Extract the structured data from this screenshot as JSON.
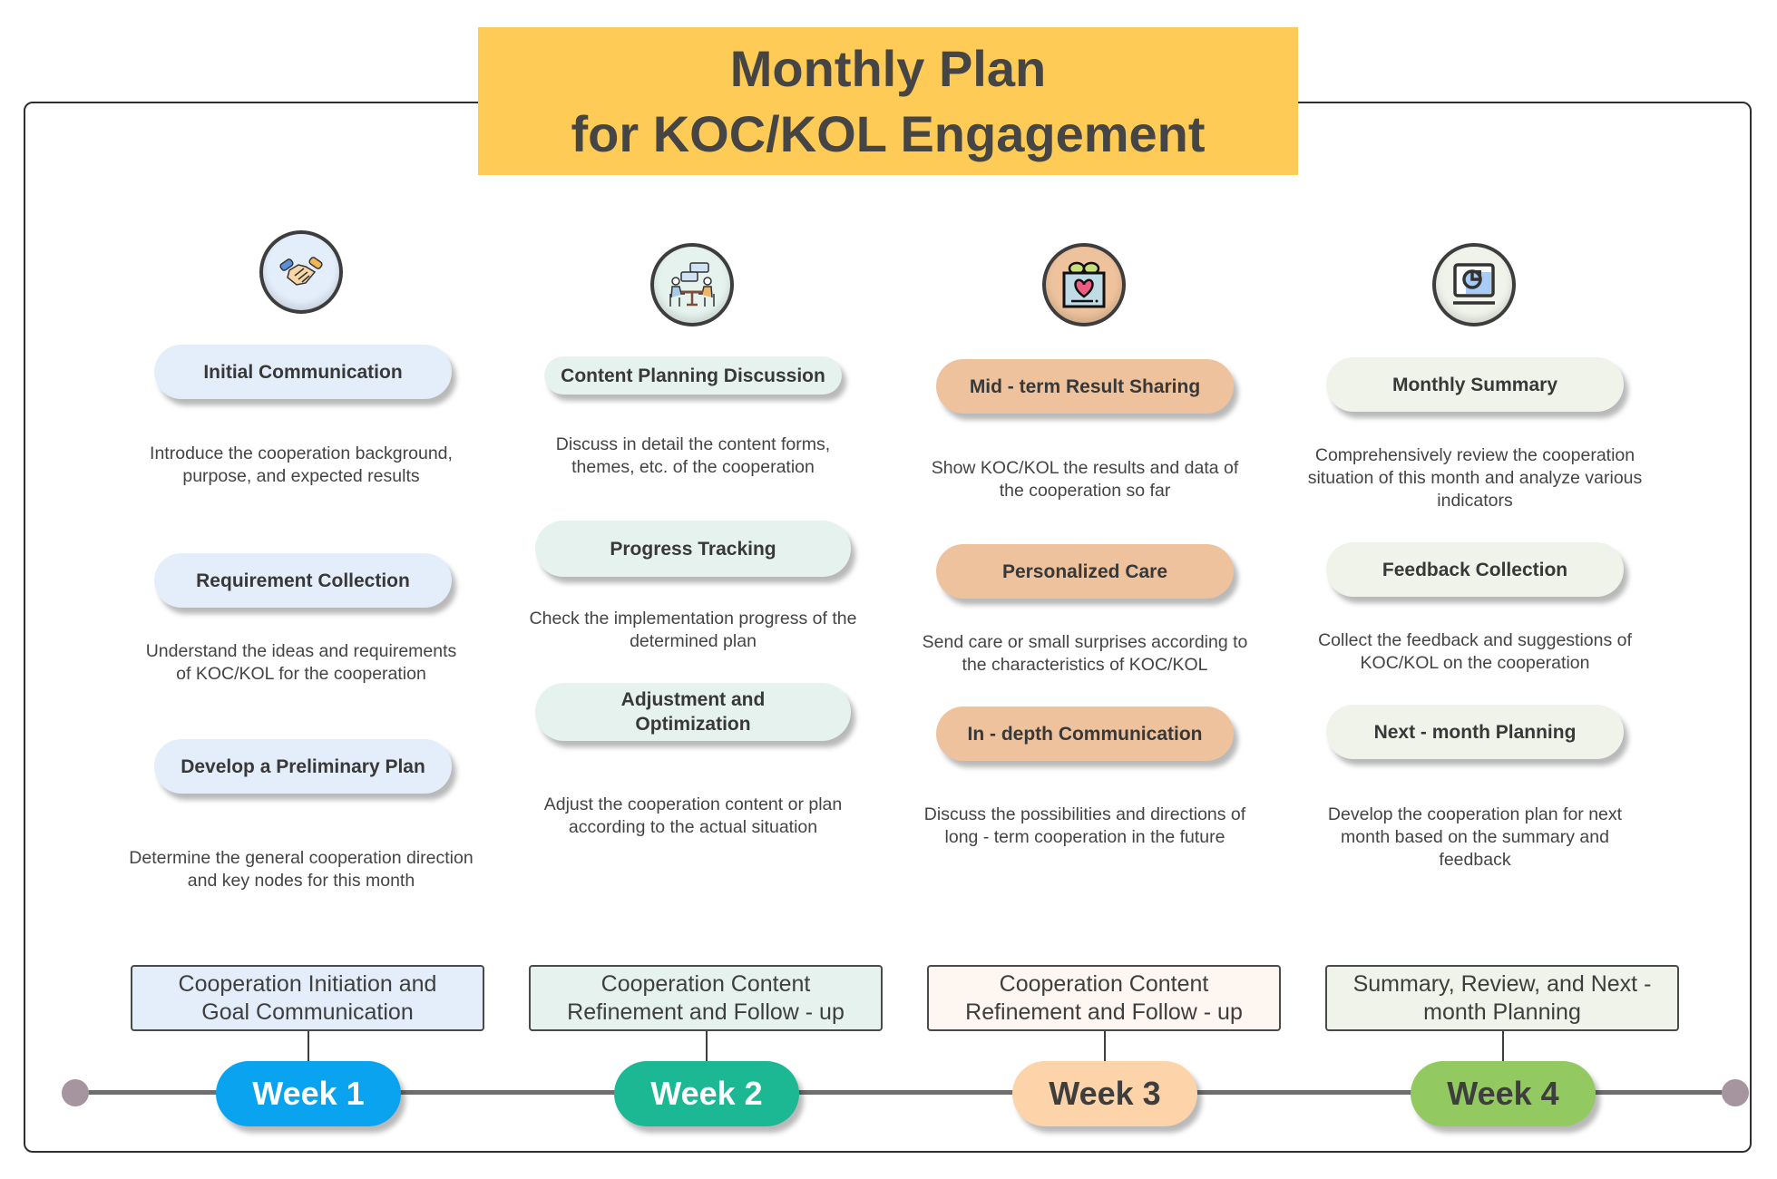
{
  "title": {
    "line1": "Monthly Plan",
    "line2": "for KOC/KOL Engagement",
    "background": "#FECB57"
  },
  "columns": [
    {
      "icon": "handshake-icon",
      "color": "#E4EEFB",
      "items": [
        {
          "label": "Initial Communication",
          "desc": "Introduce the cooperation background, purpose, and expected results"
        },
        {
          "label": "Requirement Collection",
          "desc": "Understand the ideas and requirements of KOC/KOL for the cooperation"
        },
        {
          "label": "Develop a Preliminary Plan",
          "desc": "Determine the general cooperation direction and key nodes for this month"
        }
      ]
    },
    {
      "icon": "meeting-discussion-icon",
      "color": "#E6F2EE",
      "items": [
        {
          "label": "Content Planning Discussion",
          "desc": "Discuss in detail the content forms, themes, etc. of the cooperation"
        },
        {
          "label": "Progress Tracking",
          "desc": "Check the implementation progress of the determined plan"
        },
        {
          "label": "Adjustment and Optimization",
          "desc": "Adjust the cooperation content or plan according to the actual situation"
        }
      ]
    },
    {
      "icon": "gift-heart-icon",
      "color": "#EDC29C",
      "items": [
        {
          "label": "Mid - term Result Sharing",
          "desc": "Show KOC/KOL the results and data of the cooperation so far"
        },
        {
          "label": "Personalized Care",
          "desc": "Send care or small surprises according to the characteristics of KOC/KOL"
        },
        {
          "label": "In - depth Communication",
          "desc": "Discuss the possibilities and directions of long - term cooperation in the future"
        }
      ]
    },
    {
      "icon": "monitor-chart-icon",
      "color": "#EFF3EA",
      "items": [
        {
          "label": "Monthly Summary",
          "desc": "Comprehensively review the cooperation situation of this month and analyze various indicators"
        },
        {
          "label": "Feedback Collection",
          "desc": "Collect the feedback and suggestions of KOC/KOL on the cooperation"
        },
        {
          "label": "Next - month Planning",
          "desc": "Develop the cooperation plan for next month based on the summary and feedback"
        }
      ]
    }
  ],
  "phases": [
    {
      "label": "Cooperation Initiation and Goal Communication",
      "background": "#E4EEFB"
    },
    {
      "label": "Cooperation Content Refinement and Follow - up",
      "background": "#E6F2EE"
    },
    {
      "label": "Cooperation Content Refinement and Follow - up",
      "background": "#FEF7F1"
    },
    {
      "label": "Summary, Review, and Next - month Planning",
      "background": "#EFF3EA"
    }
  ],
  "weeks": [
    {
      "label": "Week 1",
      "color": "#0AA3F0",
      "text_color": "#FFFFFF"
    },
    {
      "label": "Week 2",
      "color": "#1BB893",
      "text_color": "#FFFFFF"
    },
    {
      "label": "Week 3",
      "color": "#FDD3A9",
      "text_color": "#3E3E3E"
    },
    {
      "label": "Week 4",
      "color": "#92C960",
      "text_color": "#3E3E3E"
    }
  ],
  "timeline": {
    "line_color": "#6E6E6E",
    "dot_color": "#A6959E"
  }
}
